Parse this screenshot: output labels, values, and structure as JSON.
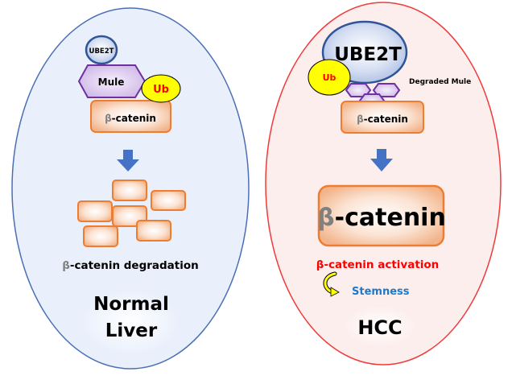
{
  "left_panel": {
    "title_line1": "Normal",
    "title_line2": "Liver",
    "ube2t_label": "UBE2T",
    "mule_label": "Mule",
    "ub_label": "Ub",
    "beta_symbol": "β",
    "catenin_label": "-catenin",
    "degradation_label": "-catenin degradation",
    "fill_color": "#eaf0fb",
    "stroke_color": "#4a6fb5"
  },
  "right_panel": {
    "title": "HCC",
    "ube2t_label": "UBE2T",
    "ub_label": "Ub",
    "degraded_mule_label": "Degraded Mule",
    "beta_symbol": "β",
    "catenin_label": "-catenin",
    "big_catenin_label": "-catenin",
    "activation_label": "β-catenin activation",
    "stemness_label": "Stemness",
    "fill_color": "#fdeeee",
    "stroke_color": "#f03a3a"
  },
  "colors": {
    "arrow": "#4472c4",
    "catenin_stroke": "#ed7d31",
    "catenin_fill": "#f8cbad",
    "mule_fill": "#dcc9ee",
    "mule_stroke": "#7030a0",
    "ube2t_fill": "#c6d3ee",
    "ube2t_stroke": "#2f5597",
    "ub_fill": "#ffff00",
    "ub_text": "#ff0000",
    "activation_text": "#ff0000",
    "stemness_text": "#1f78c8",
    "beta_gray": "#808080"
  }
}
